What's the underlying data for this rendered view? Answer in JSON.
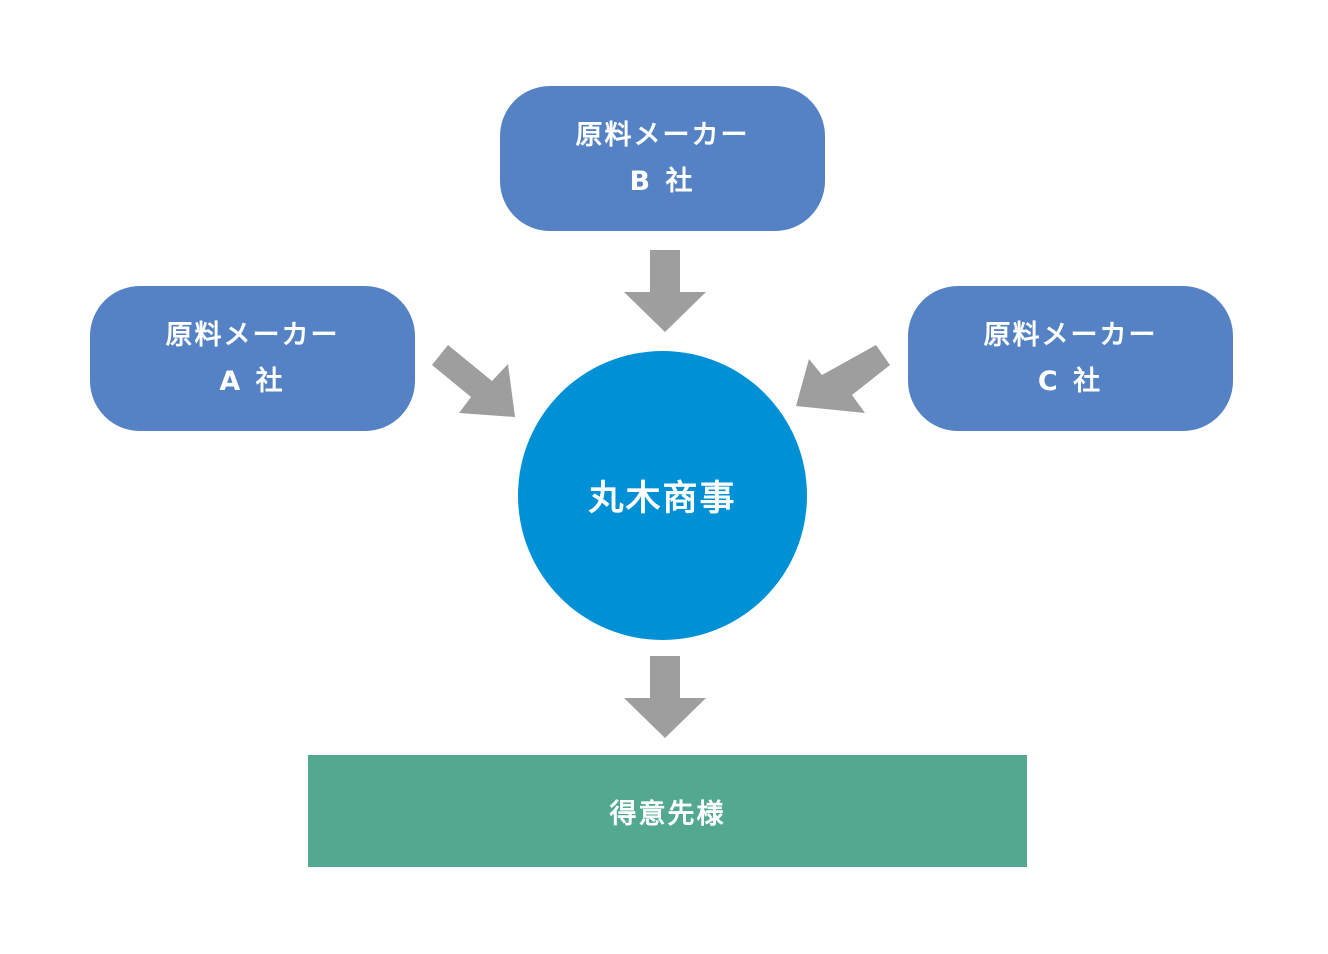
{
  "colors": {
    "maker_fill": "#5482c4",
    "center_fill": "#0090d6",
    "customer_fill": "#52a98f",
    "arrow_fill": "#9e9e9e",
    "text": "#ffffff"
  },
  "nodes": {
    "maker_b": {
      "line1": "原料メーカー",
      "line2": "B 社"
    },
    "maker_a": {
      "line1": "原料メーカー",
      "line2": "A 社"
    },
    "maker_c": {
      "line1": "原料メーカー",
      "line2": "C 社"
    },
    "center": {
      "label": "丸木商事"
    },
    "customer": {
      "label": "得意先様"
    }
  },
  "edges": [
    {
      "from": "maker_b",
      "to": "center"
    },
    {
      "from": "maker_a",
      "to": "center"
    },
    {
      "from": "maker_c",
      "to": "center"
    },
    {
      "from": "center",
      "to": "customer"
    }
  ]
}
